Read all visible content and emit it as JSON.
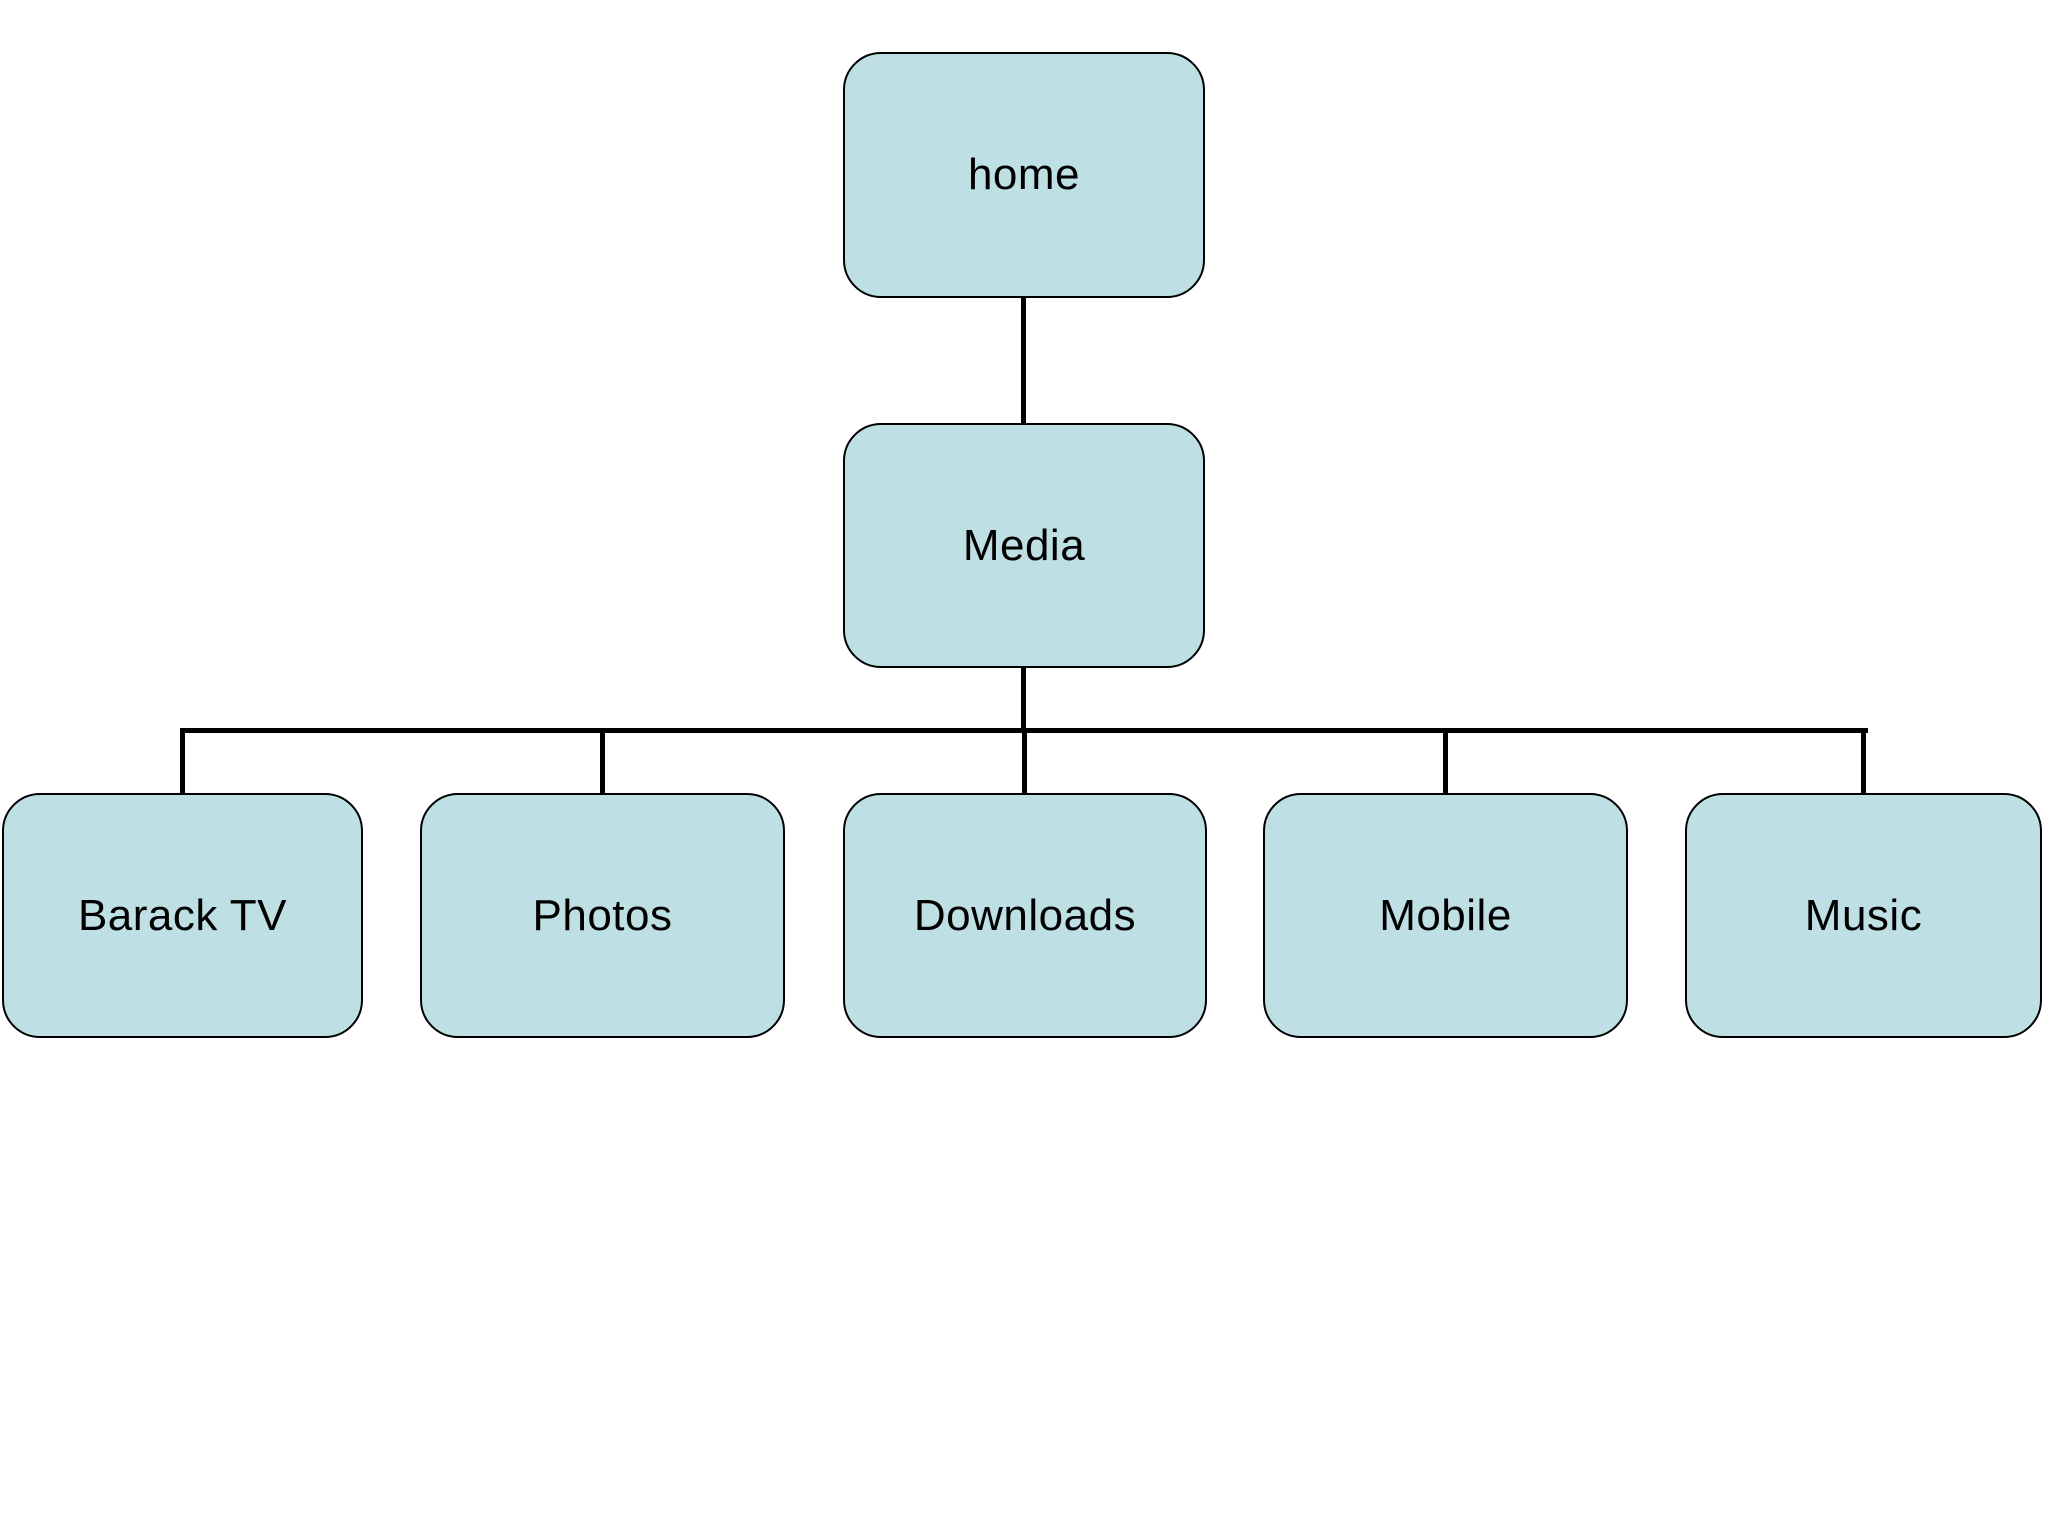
{
  "colors": {
    "background": "#ffffff",
    "node_fill": "#bedfe3",
    "node_border": "#000000",
    "connector": "#000000",
    "text": "#000000"
  },
  "diagram": {
    "type": "tree",
    "nodes": {
      "home": {
        "label": "home"
      },
      "media": {
        "label": "Media"
      },
      "children": [
        {
          "label": "Barack TV"
        },
        {
          "label": "Photos"
        },
        {
          "label": "Downloads"
        },
        {
          "label": "Mobile"
        },
        {
          "label": "Music"
        }
      ]
    },
    "edges": [
      {
        "from": "home",
        "to": "Media"
      },
      {
        "from": "Media",
        "to": "Barack TV"
      },
      {
        "from": "Media",
        "to": "Photos"
      },
      {
        "from": "Media",
        "to": "Downloads"
      },
      {
        "from": "Media",
        "to": "Mobile"
      },
      {
        "from": "Media",
        "to": "Music"
      }
    ]
  }
}
